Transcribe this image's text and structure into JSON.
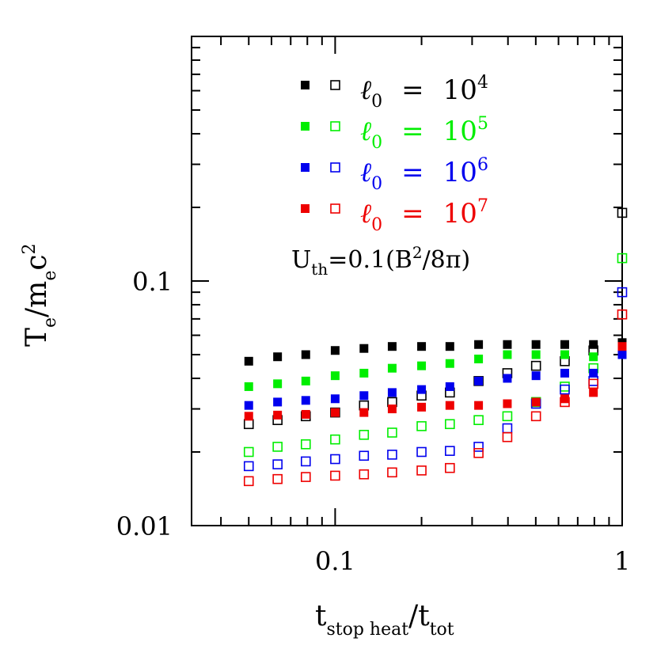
{
  "chart_data": {
    "type": "scatter",
    "xscale": "log",
    "yscale": "log",
    "xlim": [
      0.0316,
      1.0
    ],
    "ylim": [
      0.01,
      1.0
    ],
    "xlabel": {
      "main": "t",
      "sub": "stop heat",
      "slash": "/",
      "main2": "t",
      "sub2": "tot"
    },
    "ylabel": {
      "main": "T",
      "sub": "e",
      "slash": "/",
      "main2": "m",
      "sub2": "e",
      "tail": "c",
      "sup": "2"
    },
    "x_ticks": [
      {
        "value": 0.1,
        "label": "0.1"
      },
      {
        "value": 1.0,
        "label": "1"
      }
    ],
    "y_ticks": [
      {
        "value": 0.01,
        "label": "0.01"
      },
      {
        "value": 0.1,
        "label": "0.1"
      }
    ],
    "annotation": {
      "text": "U",
      "sub": "th",
      "rest": "=0.1(B",
      "sup": "2",
      "tail": "/8π)"
    },
    "legend_placement": "top-center",
    "x": [
      0.05,
      0.063,
      0.079,
      0.1,
      0.126,
      0.158,
      0.2,
      0.251,
      0.316,
      0.398,
      0.501,
      0.631,
      0.794,
      1.0
    ],
    "series": [
      {
        "name_parts": {
          "sym": "ℓ",
          "sub": "0",
          "eq": "=",
          "base": "10",
          "exp": "4"
        },
        "color": "#000000",
        "filled": [
          0.047,
          0.049,
          0.05,
          0.052,
          0.053,
          0.054,
          0.054,
          0.054,
          0.055,
          0.055,
          0.055,
          0.055,
          0.055,
          0.056
        ],
        "open": [
          0.026,
          0.027,
          0.028,
          0.029,
          0.031,
          0.032,
          0.034,
          0.035,
          0.039,
          0.042,
          0.045,
          0.047,
          0.052,
          0.19
        ]
      },
      {
        "name_parts": {
          "sym": "ℓ",
          "sub": "0",
          "eq": "=",
          "base": "10",
          "exp": "5"
        },
        "color": "#00ee00",
        "filled": [
          0.037,
          0.038,
          0.039,
          0.041,
          0.042,
          0.044,
          0.045,
          0.046,
          0.048,
          0.05,
          0.05,
          0.05,
          0.049,
          0.05
        ],
        "open": [
          0.02,
          0.021,
          0.0215,
          0.0225,
          0.0235,
          0.024,
          0.0255,
          0.026,
          0.027,
          0.028,
          0.032,
          0.037,
          0.044,
          0.124
        ]
      },
      {
        "name_parts": {
          "sym": "ℓ",
          "sub": "0",
          "eq": "=",
          "base": "10",
          "exp": "6"
        },
        "color": "#0000ee",
        "filled": [
          0.031,
          0.032,
          0.0325,
          0.033,
          0.034,
          0.035,
          0.036,
          0.037,
          0.039,
          0.04,
          0.041,
          0.042,
          0.042,
          0.05
        ],
        "open": [
          0.0175,
          0.0178,
          0.0183,
          0.0187,
          0.0193,
          0.0195,
          0.02,
          0.0202,
          0.021,
          0.025,
          0.0315,
          0.036,
          0.039,
          0.09
        ]
      },
      {
        "name_parts": {
          "sym": "ℓ",
          "sub": "0",
          "eq": "=",
          "base": "10",
          "exp": "7"
        },
        "color": "#ee0000",
        "filled": [
          0.028,
          0.0283,
          0.0285,
          0.029,
          0.029,
          0.03,
          0.0305,
          0.031,
          0.031,
          0.0315,
          0.032,
          0.033,
          0.035,
          0.054
        ],
        "open": [
          0.0152,
          0.0155,
          0.0158,
          0.016,
          0.0162,
          0.0165,
          0.0168,
          0.0172,
          0.0198,
          0.023,
          0.028,
          0.032,
          0.038,
          0.073
        ]
      }
    ]
  }
}
